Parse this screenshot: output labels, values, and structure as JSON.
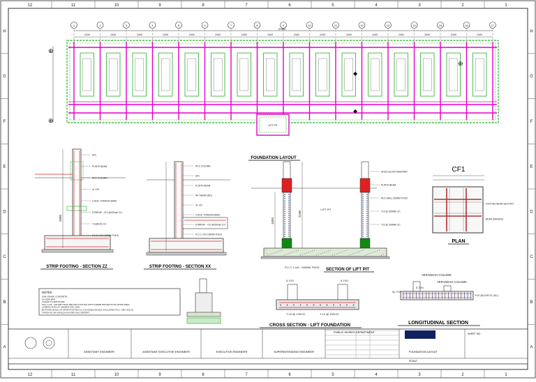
{
  "border": {
    "cols": [
      "12",
      "11",
      "10",
      "9",
      "8",
      "7",
      "6",
      "5",
      "4",
      "3",
      "2",
      "1"
    ],
    "rows": [
      "H",
      "G",
      "F",
      "E",
      "D",
      "C",
      "B",
      "A"
    ]
  },
  "plan": {
    "grid_bubbles": [
      "1",
      "2",
      "3",
      "4",
      "5",
      "6",
      "7",
      "8",
      "9",
      "10",
      "11",
      "12",
      "13",
      "14",
      "15",
      "16",
      "17"
    ],
    "total_dim": "37800",
    "spans": [
      "2150",
      "2400",
      "2400",
      "2400",
      "2400",
      "2400",
      "2400",
      "2400",
      "2400",
      "2400",
      "2400",
      "2400",
      "2400",
      "2400",
      "2400",
      "2400"
    ],
    "lift_label": "LIFT PIT"
  },
  "labels": {
    "foundation_layout": "FOUNDATION LAYOUT",
    "strip_zz": "STRIP FOOTING - SECTION ZZ",
    "strip_xx": "STRIP FOOTING - SECTION XX",
    "section_lift": "SECTION OF LIFT PIT",
    "cf1": "CF1",
    "plan": "PLAN",
    "cross_section": "CROSS SECTION - LIFT FOUNDATION",
    "longitudinal": "LONGITUDINAL SECTION",
    "lift_pit": "LIFT PIT",
    "verandah_col_1": "VERANDAH COLUMN",
    "verandah_col_2": "VERANDAH COLUMN",
    "stirrup_note": "4L-Y10@120 C/C Stirrups",
    "dim_2000": "2000",
    "dim_1650": "1650",
    "dim_2100": "2100",
    "pcc_note": "P.C.C 1:4:8 - 100MM THICK"
  },
  "notes": {
    "title": "NOTES",
    "lines": [
      "SUB GRADE CONCRETE :",
      "Fe 500D BAR",
      "CLEAR COVER 50 MM",
      "PCC 1:4:8 - 100 MM THICK BELOW FOOTING WITH 100MM PROJECTION AFTER WELL",
      "COMPACTION OF UNDERLYING SOIL",
      "BOTTOM LEVEL OF STRIP FOOTING IS 2.00 M BELOW EGL INCLUDING PCC, SBC VALUE",
      "TAKEN AS 140 KN/SQ.M AS PER SOIL REPORT"
    ]
  },
  "callouts_zz": [
    "GPL",
    "PLINTH BEAM",
    "RCC COLUMN",
    "4L Y20",
    "2 NOS. TORSION BARS",
    "STIRRUP - Y10 @150mm C/C",
    "Y12@150 C/C",
    "P.C.C 1:4:8 100MM THICK"
  ],
  "callouts_xx": [
    "RCC COLUMN",
    "GPL",
    "PLINTH BEAM",
    "NFT BEAM (RD)",
    "4L Y20",
    "2 NOS. TORSION BARS",
    "STIRRUP - Y10 @150mm C/C",
    "P.C.C 1:4:8 100MM THICK"
  ],
  "callouts_lift": [
    "SOLID BLOCK MASONRY",
    "PLINTH BEAM",
    "RCC WALL 200MM THICK",
    "Y10 @ 150MM C/C",
    "Y12 @ 150MM C/C"
  ],
  "cf1_callouts": [
    "FOOTING BEAM SECTION",
    "BEAM (500X600)"
  ],
  "cross_labels": [
    "5-Y20",
    "5-Y20",
    "T-16 @ 120C/C",
    "T-12 @ 150C/C"
  ],
  "long_labels": [
    "5-Y20",
    "Y10 @120C/C (4L)"
  ],
  "title_block": {
    "sign_roles": [
      "ASSISTANT ENGINEER",
      "ASSISTANT EXECUTIVE ENGINEER",
      "EXECUTIVE ENGINEER",
      "SUPERINTENDING ENGINEER"
    ],
    "drawing_title": "FOUNDATION LAYOUT",
    "dept": "PUBLIC WORKS DEPARTMENT",
    "scale_label": "SCALE",
    "sheet_label": "SHEET NO"
  },
  "colors": {
    "magenta": "#e000c8",
    "green": "#22b022",
    "red": "#e02020",
    "navy": "#102060",
    "gray": "#7a7a7a"
  }
}
